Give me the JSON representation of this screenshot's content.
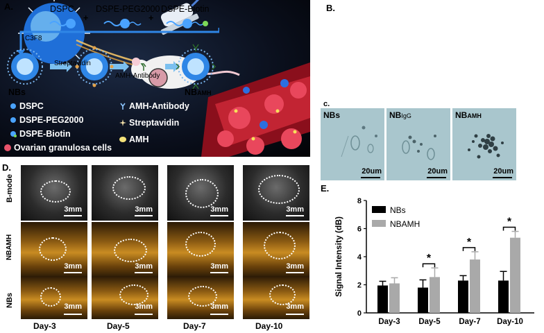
{
  "panel_labels": {
    "a": "A.",
    "b": "B.",
    "c": "c.",
    "d": "D.",
    "e": "E."
  },
  "panel_a": {
    "legend": [
      {
        "label": "DSPC",
        "icon": "dspc-lipid-icon",
        "color": "#4aa3ff"
      },
      {
        "label": "DSPE-PEG2000",
        "icon": "peg-lipid-icon",
        "color": "#4aa3ff"
      },
      {
        "label": "DSPE-Biotin",
        "icon": "biotin-lipid-icon",
        "color": "#4aa3ff"
      },
      {
        "label": "Ovarian granulosa cells",
        "icon": "granulosa-cell-icon",
        "color": "#e8536b"
      },
      {
        "label": "AMH-Antibody",
        "icon": "antibody-icon",
        "color": "#8ec7ff"
      },
      {
        "label": "Streptavidin",
        "icon": "streptavidin-icon",
        "color": "#f3e0a8"
      },
      {
        "label": "AMH",
        "icon": "amh-dot-icon",
        "color": "#f4e27a"
      }
    ]
  },
  "panel_b": {
    "dspc": "DSPC",
    "peg": "DSPE-PEG2000",
    "biotin": "DSPE-Biotin",
    "plus": "+",
    "c3f8": "C3F8",
    "streptavidin": "Streptavidin",
    "amh_antibody": "AMH-Antibody",
    "nbs": "NBs",
    "nbamh_main": "NB",
    "nbamh_sub": "AMH"
  },
  "panel_c": {
    "images": [
      {
        "title": "NBs",
        "scale": "20um"
      },
      {
        "title_main": "NB",
        "title_sub": "IgG",
        "scale": "20um"
      },
      {
        "title_main": "NB",
        "title_sub": "AMH",
        "scale": "20um"
      }
    ]
  },
  "panel_d": {
    "rows": [
      "B-mode",
      "NBAMH",
      "NBs"
    ],
    "days": [
      "Day-3",
      "Day-5",
      "Day-7",
      "Day-10"
    ],
    "scale": "3mm"
  },
  "chart_data": {
    "type": "bar",
    "categories": [
      "Day-3",
      "Day-5",
      "Day-7",
      "Day-10"
    ],
    "series": [
      {
        "name": "NBs",
        "color": "#000000",
        "values": [
          1.95,
          1.8,
          2.3,
          2.3
        ],
        "errors": [
          0.3,
          0.55,
          0.35,
          0.65
        ]
      },
      {
        "name": "NBAMH",
        "color": "#a9a9a9",
        "values": [
          2.1,
          2.55,
          3.8,
          5.35
        ],
        "errors": [
          0.4,
          0.65,
          0.55,
          0.45
        ]
      }
    ],
    "ylabel": "Signal Intensity (dB)",
    "ylim": [
      0,
      8
    ],
    "yticks": [
      "0",
      "2",
      "4",
      "6",
      "8"
    ],
    "significance": [
      {
        "category": "Day-5",
        "label": "*"
      },
      {
        "category": "Day-7",
        "label": "*"
      },
      {
        "category": "Day-10",
        "label": "*"
      }
    ]
  }
}
